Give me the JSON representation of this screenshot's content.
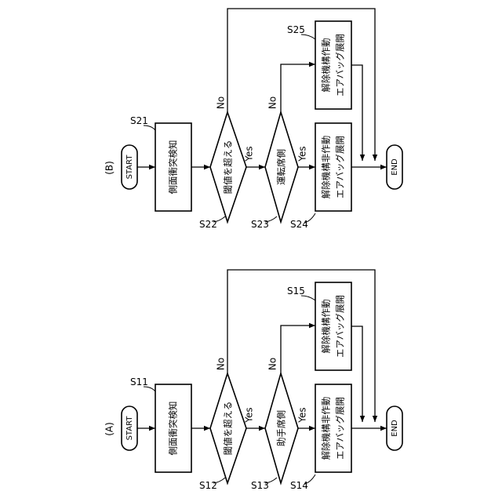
{
  "flowcharts": [
    {
      "label": "(B)",
      "start": "START",
      "end": "END",
      "detect": {
        "step": "S21",
        "text": "側面衝突検知"
      },
      "threshold": {
        "step": "S22",
        "text": "閾値を超える",
        "yes": "Yes",
        "no": "No"
      },
      "seat": {
        "step": "S23",
        "text": "運転席側",
        "yes": "Yes",
        "no": "No"
      },
      "nonoperate": {
        "step": "S24",
        "line1": "解除機構非作動",
        "line2": "エアバッグ展開"
      },
      "operate": {
        "step": "S25",
        "line1": "解除機構作動",
        "line2": "エアバッグ展開"
      }
    },
    {
      "label": "(A)",
      "start": "START",
      "end": "END",
      "detect": {
        "step": "S11",
        "text": "側面衝突検知"
      },
      "threshold": {
        "step": "S12",
        "text": "閾値を超える",
        "yes": "Yes",
        "no": "No"
      },
      "seat": {
        "step": "S13",
        "text": "助手席側",
        "yes": "Yes",
        "no": "No"
      },
      "nonoperate": {
        "step": "S14",
        "line1": "解除機構非作動",
        "line2": "エアバッグ展開"
      },
      "operate": {
        "step": "S15",
        "line1": "解除機構作動",
        "line2": "エアバッグ展開"
      }
    }
  ]
}
